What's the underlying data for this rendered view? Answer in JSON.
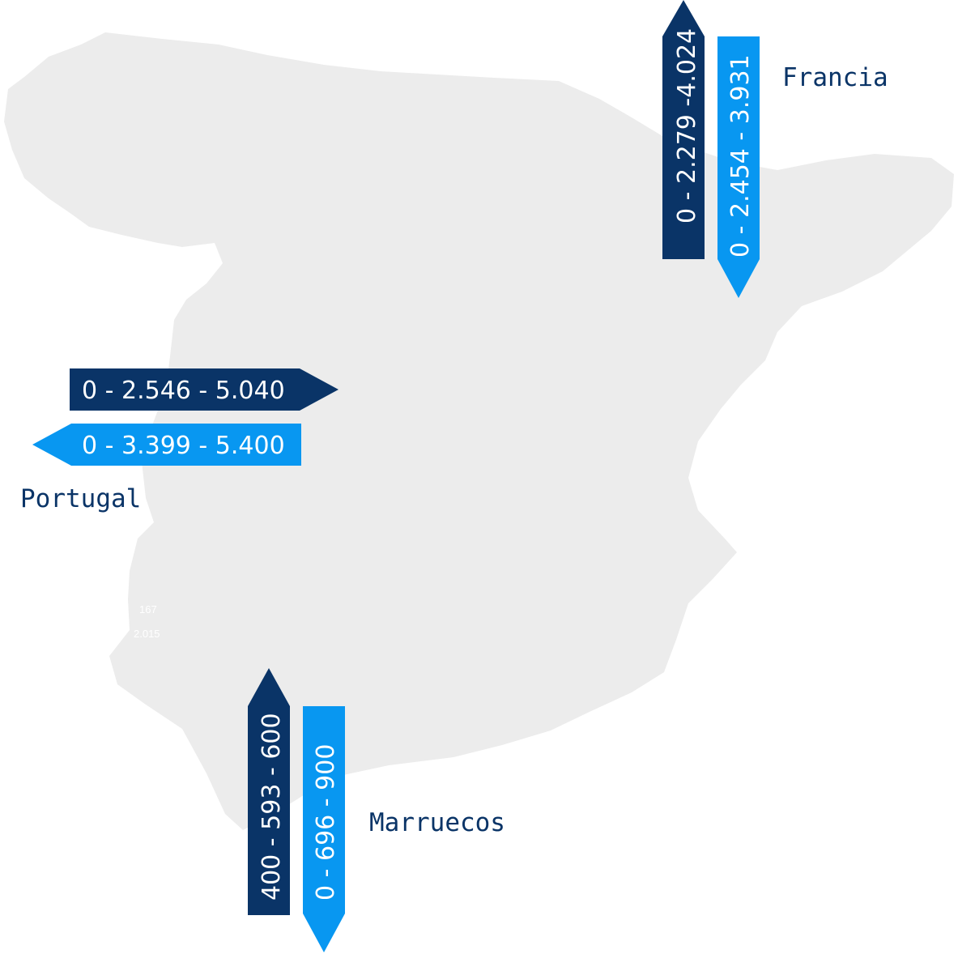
{
  "colors": {
    "land": "#ececec",
    "dark_arrow": "#0a3467",
    "light_arrow": "#0897f1",
    "label_text": "#0a3467",
    "arrow_text": "#ffffff"
  },
  "countries": {
    "francia": "Francia",
    "portugal": "Portugal",
    "marruecos": "Marruecos"
  },
  "arrows": {
    "francia_export": "0 - 2.279 -4.024",
    "francia_import": "0 - 2.454 - 3.931",
    "portugal_export": "0 - 2.546 - 5.040",
    "portugal_import": "0 - 3.399 - 5.400",
    "marruecos_export": "400 - 593 - 600",
    "marruecos_import": "0 - 696 - 900"
  },
  "faint_labels": {
    "a": "167",
    "b": "2.015"
  }
}
